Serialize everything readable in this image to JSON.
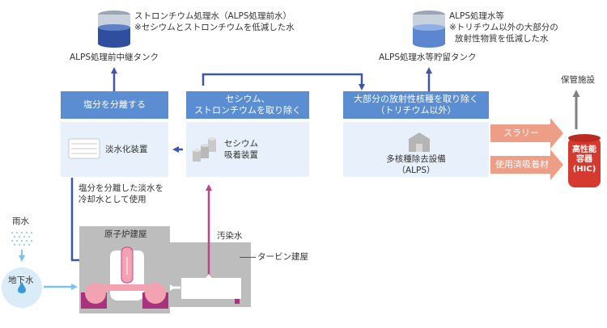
{
  "top_left": {
    "tank_label": "ALPS処理前中継タンク",
    "water_title": "ストロンチウム処理水（ALPS処理前水）",
    "water_note": "※セシウムとストロンチウムを低減した水"
  },
  "top_right": {
    "tank_label": "ALPS処理水等貯留タンク",
    "water_title": "ALPS処理水等",
    "water_note_1": "※トリチウム以外の大部分の",
    "water_note_2": "放射性物質を低減した水"
  },
  "panels": {
    "desalination": {
      "header": "塩分を分離する",
      "device": "淡水化装置"
    },
    "cesium": {
      "header_1": "セシウム、",
      "header_2": "ストロンチウムを取り除く",
      "device_1": "セシウム",
      "device_2": "吸着装置"
    },
    "alps": {
      "header_1": "大部分の放射性核種を取り除く",
      "header_2": "（トリチウム以外）",
      "device_1": "多核種除去設備",
      "device_2": "（ALPS）"
    }
  },
  "storage": "保管施設",
  "hic": {
    "line_1": "高性能",
    "line_2": "容器",
    "line_3": "(HIC)"
  },
  "outputs": {
    "slurry": "スラリー",
    "adsorbent": "使用済吸着材"
  },
  "reuse_note_1": "塩分を分離した淡水を",
  "reuse_note_2": "冷却水として使用",
  "rain": "雨水",
  "groundwater": "地下水",
  "reactor_building": "原子炉建屋",
  "turbine_building": "タービン建屋",
  "contaminated_water": "汚染水",
  "colors": {
    "panel_header": "#5b8dd2",
    "panel_body": "#e7f0fb",
    "arrow_blue": "#3f56a8",
    "arrow_magenta": "#c2418a",
    "arrow_salmon": "#ee9e86",
    "hic_red": "#d63a2f",
    "building_gray": "#bdbdbd",
    "arrow_gray": "#808080"
  }
}
